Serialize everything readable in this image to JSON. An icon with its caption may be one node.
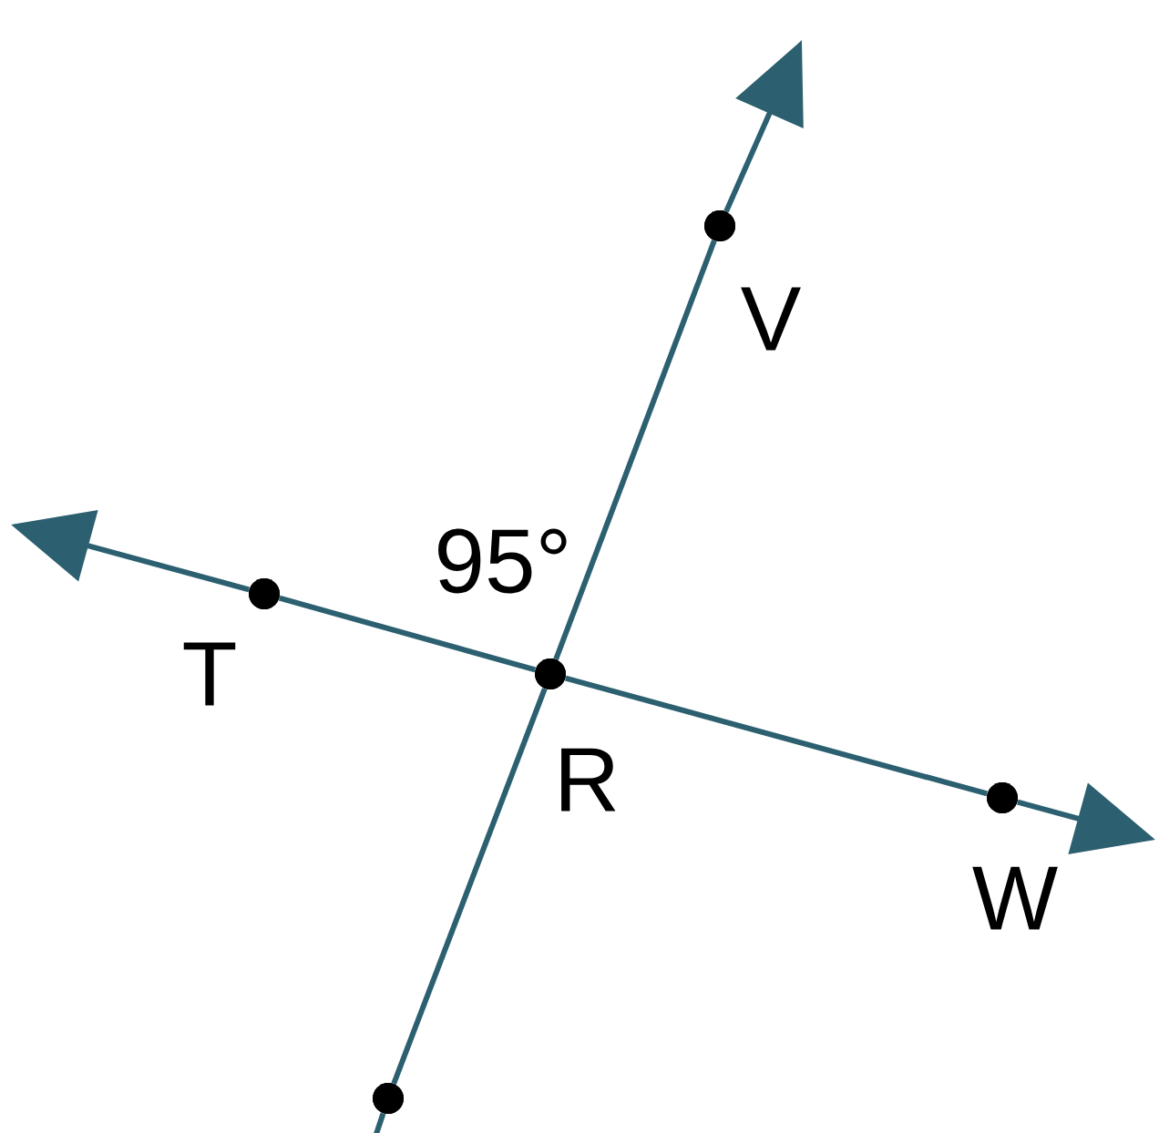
{
  "diagram": {
    "nodes": [
      {
        "text": [],
        "shape": "circle",
        "beside": [
          "V"
        ]
      },
      {
        "text": [],
        "shape": "circle",
        "beside": [
          "T"
        ]
      },
      {
        "text": [],
        "shape": "circle",
        "beside": [
          "R"
        ]
      },
      {
        "text": [],
        "shape": "circle",
        "beside": [
          "W"
        ]
      },
      {
        "text": [],
        "shape": "circle"
      }
    ],
    "edges": [
      {
        "from": 0,
        "to": 2,
        "arrow": "none"
      },
      {
        "from": 2,
        "to": 4,
        "arrow": "none"
      },
      {
        "from": 1,
        "to": 2,
        "arrow": "none"
      },
      {
        "from": 2,
        "to": 3,
        "arrow": "none"
      },
      {
        "from": 0,
        "to": null,
        "arrow": "to"
      },
      {
        "from": 1,
        "to": null,
        "arrow": "to"
      },
      {
        "from": 3,
        "to": null,
        "arrow": "to"
      },
      {
        "from": 4,
        "to": null,
        "arrow": "none"
      }
    ],
    "labels": [
      "95°"
    ]
  }
}
